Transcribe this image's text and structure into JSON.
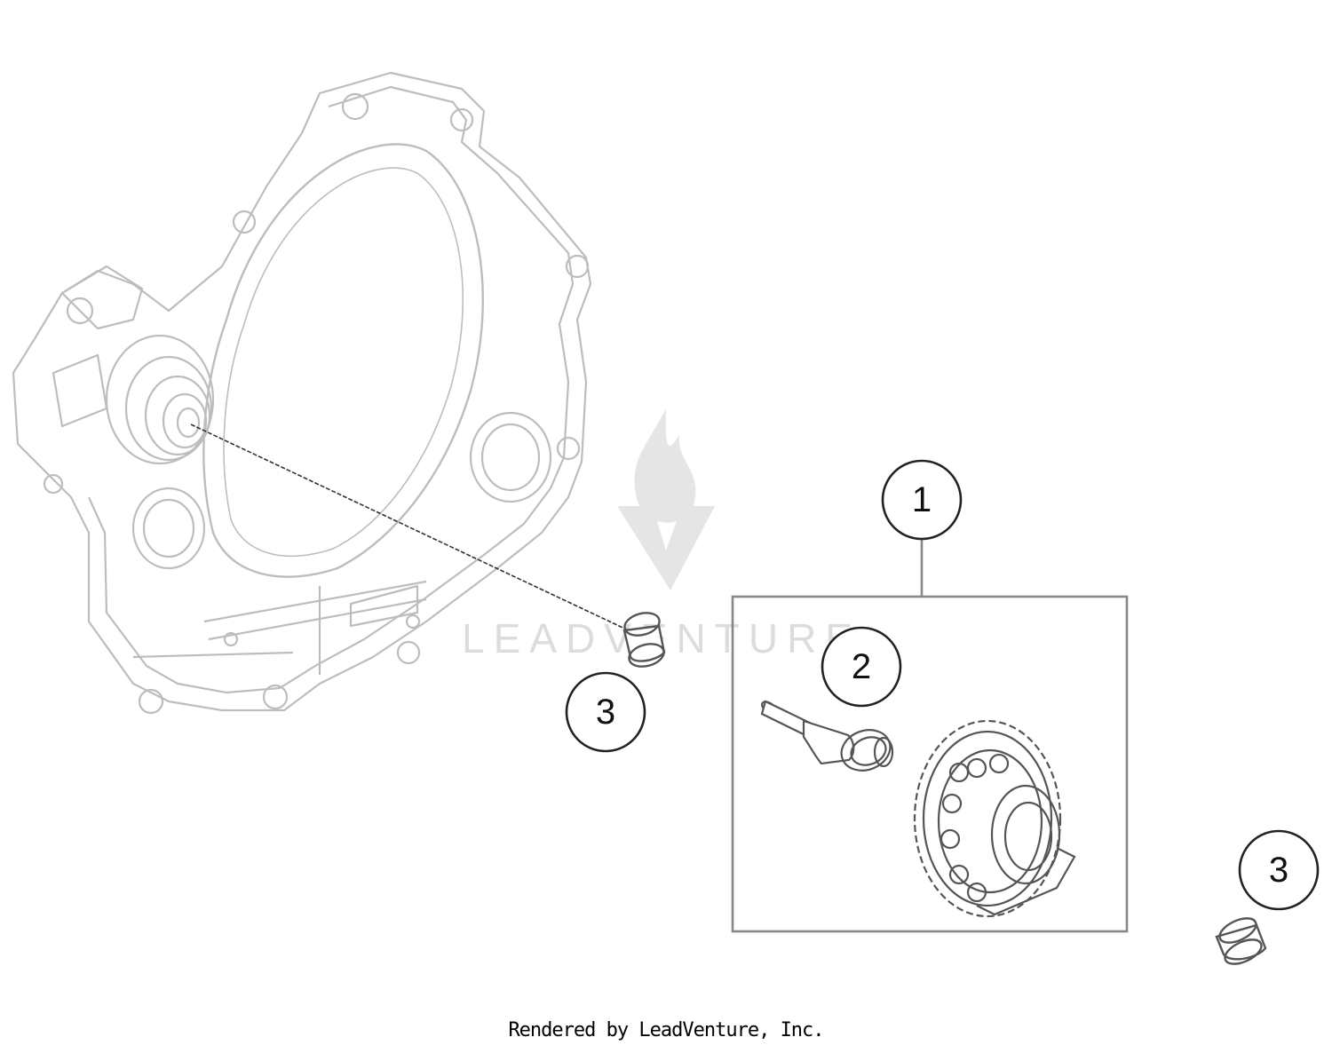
{
  "callouts": [
    {
      "label": "1"
    },
    {
      "label": "2"
    },
    {
      "label": "3"
    },
    {
      "label": "3"
    }
  ],
  "watermark": {
    "text": "LEADVENTURE"
  },
  "footer": {
    "credit": "Rendered by LeadVenture, Inc."
  },
  "colors": {
    "part_outline": "#bdbdbd",
    "callout_stroke": "#222222",
    "watermark": "#d9d9d9"
  }
}
